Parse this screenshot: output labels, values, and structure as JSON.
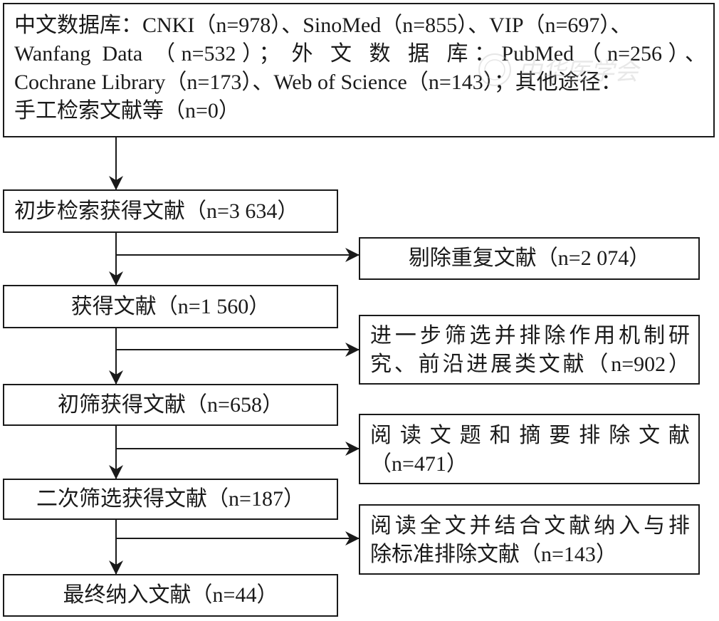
{
  "sources_box": {
    "lines": [
      "中文数据库：CNKI（n=978）、SinoMed（n=855）、VIP（n=697）、",
      "Wanfang Data （n=532）； 外 文 数 据 库：PubMed（n=256）、",
      "Cochrane Library（n=173）、Web of Science（n=143）；其他途径：",
      "手工检索文献等（n=0）"
    ]
  },
  "steps": [
    {
      "label": "初步检索获得文献（n=3 634）"
    },
    {
      "label": "获得文献（n=1 560）"
    },
    {
      "label": "初筛获得文献（n=658）"
    },
    {
      "label": "二次筛选获得文献（n=187）"
    },
    {
      "label": "最终纳入文献（n=44）"
    }
  ],
  "exclusions": [
    {
      "lines": [
        "剔除重复文献（n=2 074）"
      ]
    },
    {
      "lines": [
        "进一步筛选并排除作用机制研",
        "究、前沿进展类文献（n=902）"
      ]
    },
    {
      "lines": [
        "阅 读 文 题 和 摘 要 排 除 文 献",
        "（n=471）"
      ]
    },
    {
      "lines": [
        "阅读全文并结合文献纳入与排",
        "除标准排除文献（n=143）"
      ]
    }
  ],
  "watermark": "中华医学会"
}
